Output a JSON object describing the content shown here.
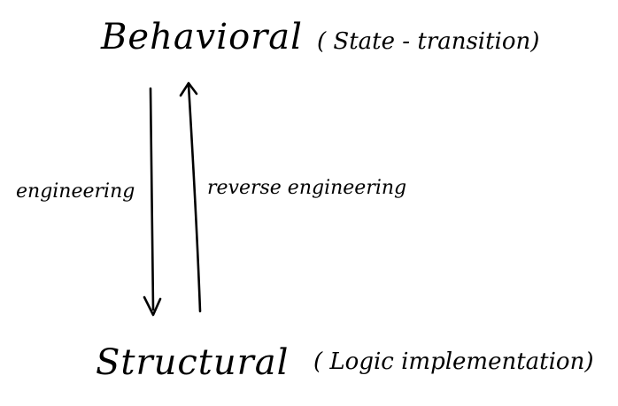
{
  "diagram": {
    "top_node": {
      "title": "Behavioral",
      "note": "( State - transition)"
    },
    "bottom_node": {
      "title": "Structural",
      "note": "( Logic implementation)"
    },
    "edges": {
      "down_label": "engineering",
      "up_label": "reverse engineering"
    },
    "colors": {
      "ink": "#000000",
      "background": "#ffffff"
    }
  }
}
